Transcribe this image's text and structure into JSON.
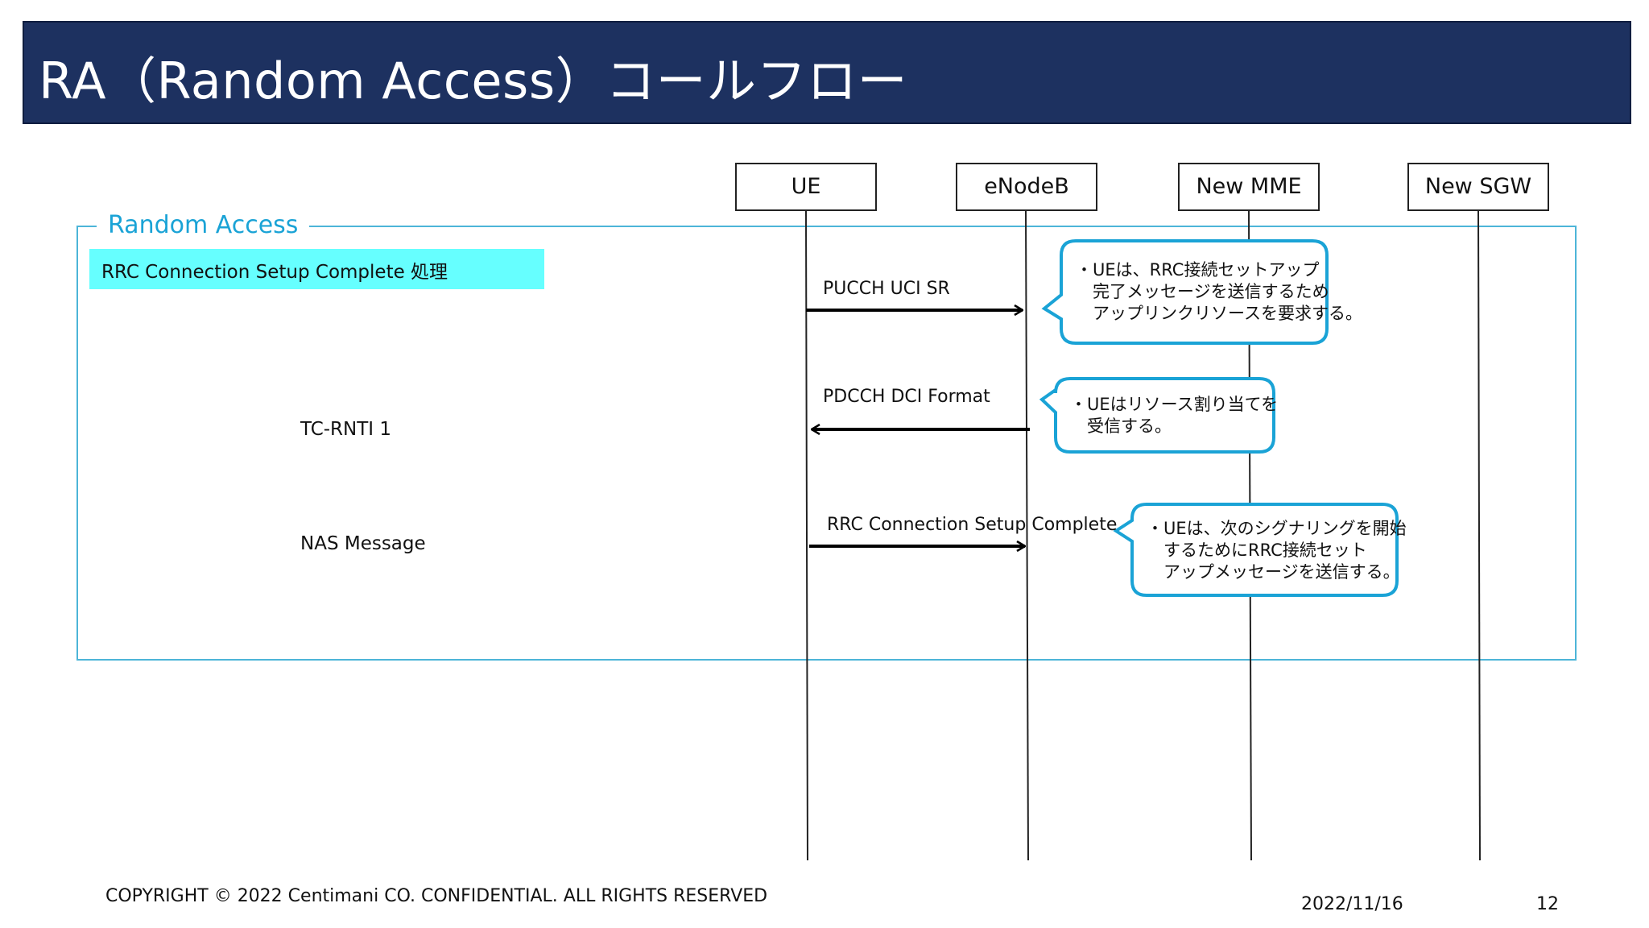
{
  "title": "RA（Random Access）コールフロー",
  "group": {
    "label": "Random Access",
    "step": "RRC Connection Setup Complete 処理"
  },
  "side_labels": [
    "TC-RNTI 1",
    "NAS Message"
  ],
  "actors": [
    "UE",
    "eNodeB",
    "New MME",
    "New SGW"
  ],
  "messages": [
    {
      "label": "PUCCH UCI SR",
      "from": "UE",
      "to": "eNodeB"
    },
    {
      "label": "PDCCH DCI Format",
      "from": "eNodeB",
      "to": "UE"
    },
    {
      "label": "RRC Connection Setup Complete",
      "from": "UE",
      "to": "eNodeB"
    }
  ],
  "notes": [
    "・UEは、RRC接続セットアップ\n　完了メッセージを送信するため\n　アップリンクリソースを要求する。",
    "・UEはリソース割り当てを\n　受信する。",
    "・UEは、次のシグナリングを開始\n　するためにRRC接続セット\n　アップメッセージを送信する。"
  ],
  "footer": {
    "copyright": "COPYRIGHT © 2022 Centimani CO. CONFIDENTIAL. ALL RIGHTS RESERVED",
    "date": "2022/11/16",
    "page": "12"
  },
  "colors": {
    "title_bg": "#1d3160",
    "frame": "#4db5d8",
    "group_label": "#1aa3d6",
    "step_banner": "#66ffff",
    "note_border": "#1aa3d6"
  }
}
